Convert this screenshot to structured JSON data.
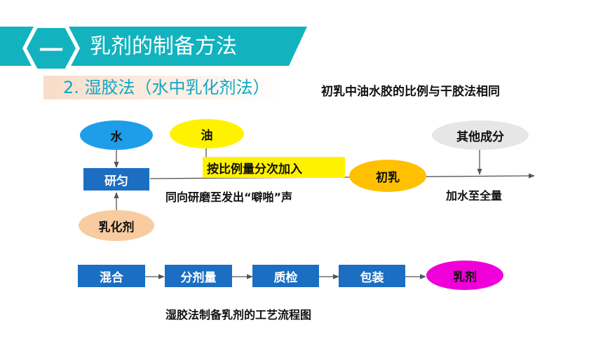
{
  "header": {
    "section_number": "一",
    "section_title": "乳剂的制备方法"
  },
  "subtitle": "2. 湿胶法（水中乳化剂法）",
  "note": "初乳中油水胶的比例与干胶法相同",
  "diagram": {
    "water": "水",
    "oil": "油",
    "others": "其他成分",
    "grind": "研匀",
    "emulsifier": "乳化剂",
    "add_in_portions": "按比例量分次加入",
    "primary_emulsion": "初乳",
    "grind_note": "同向研磨至发出“噼啪”声",
    "dilute_note": "加水至全量"
  },
  "process": {
    "steps": [
      "混合",
      "分剂量",
      "质检",
      "包装"
    ],
    "end": "乳剂",
    "caption": "湿胶法制备乳剂的工艺流程图"
  },
  "colors": {
    "teal": "#12b3bf",
    "box_blue": "#1b6ec2",
    "water_blue": "#1e9ee8",
    "oil_yellow": "#fff200",
    "primary_gold": "#ffc000",
    "gray": "#e6e6e6",
    "peach": "#f8cba0",
    "magenta": "#f000d8"
  }
}
